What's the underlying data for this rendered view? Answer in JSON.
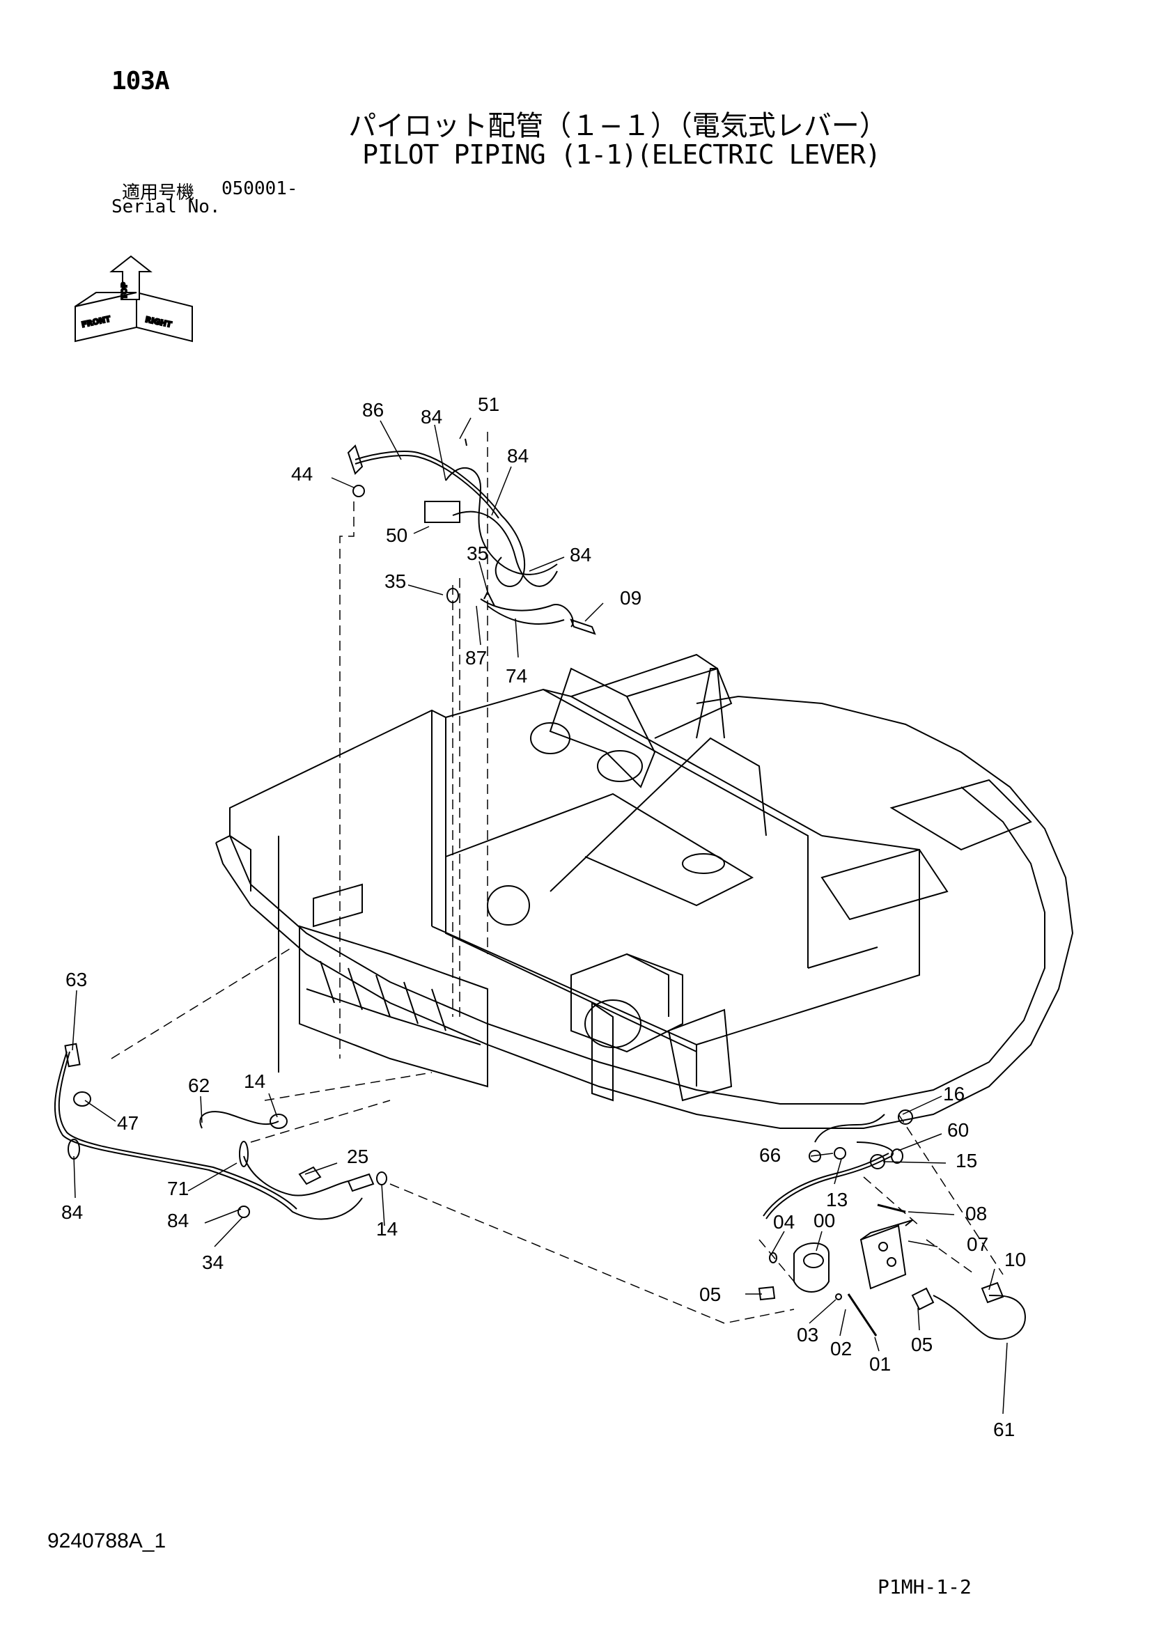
{
  "header": {
    "page_code": "103A",
    "title_jp": "パイロット配管（１−１）（電気式レバー）",
    "title_en": "PILOT PIPING (1-1)(ELECTRIC LEVER)",
    "serial_label_jp": "適用号機",
    "serial_value": "050001-",
    "serial_label_en": "Serial No."
  },
  "orientation": {
    "top": "TOP",
    "front": "FRONT",
    "right": "RIGHT",
    "icon": "orientation-arrows-icon"
  },
  "callouts": [
    "86",
    "84",
    "51",
    "84",
    "44",
    "50",
    "35",
    "84",
    "35",
    "09",
    "87",
    "74",
    "63",
    "47",
    "62",
    "14",
    "25",
    "71",
    "84",
    "84",
    "34",
    "14",
    "16",
    "60",
    "66",
    "15",
    "13",
    "08",
    "04",
    "00",
    "07",
    "10",
    "05",
    "03",
    "02",
    "01",
    "05",
    "61"
  ],
  "footer": {
    "doc_id": "9240788A_1",
    "page_ref": "P1MH-1-2"
  }
}
